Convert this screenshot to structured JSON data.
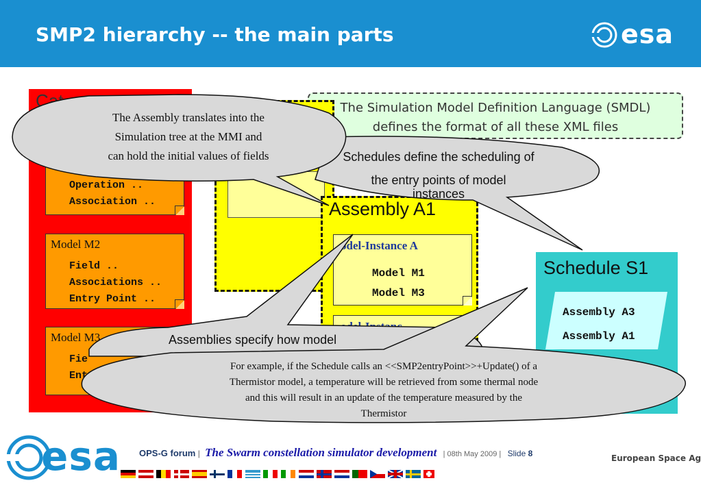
{
  "title": "SMP2 hierarchy  -- the main parts",
  "brand": {
    "logo_text": "esa",
    "footer_logo_text": "esa",
    "agency": "European Space Agency"
  },
  "smdl_box": {
    "lines": [
      "The Simulation Model Definition Language (SMDL)",
      "defines the format of all these XML files"
    ]
  },
  "catalogue": {
    "title": "Cat",
    "partial_lines": [
      "Operation ..",
      "Association .."
    ],
    "models": [
      {
        "name": "Model M2",
        "lines": [
          "Field ..",
          "Associations ..",
          "Entry Point .."
        ]
      },
      {
        "name": "Model M3",
        "lines": [
          "Fie",
          "Ent"
        ]
      }
    ]
  },
  "assembly": {
    "title": "Assembly A1",
    "instances": [
      {
        "name": "odel-Instance A",
        "lines": [
          "Model M1",
          "Model M3"
        ]
      },
      {
        "name": "odel-Instanc",
        "lines": []
      }
    ]
  },
  "schedule": {
    "title": "Schedule S1",
    "items": [
      "Assembly A3",
      "Assembly A1"
    ]
  },
  "bubbles": {
    "assembly_tree": [
      "The Assembly translates into the",
      "Simulation tree at the MMI and",
      "can hold the initial values of fields"
    ],
    "schedules": [
      "Schedules define the scheduling of",
      "the entry points of model",
      "instances"
    ],
    "assemblies_specify": "Assemblies specify how model",
    "example": [
      "For example, if the Schedule calls an <<SMP2entryPoint>>+Update() of a",
      "Thermistor model, a temperature will be retrieved from some thermal node",
      "and this will result in an update of the temperature measured by the",
      "Thermistor"
    ]
  },
  "footer": {
    "forum": "OPS-G forum",
    "sep1": "|",
    "talk": "The Swarm constellation simulator development",
    "date": "| 08th May 2009 |",
    "slide_label": "Slide",
    "slide_number": "8"
  },
  "colors": {
    "header": "#1a8fd0",
    "catalogue": "#ff0000",
    "note": "#ff9a00",
    "yellow": "#ffff00",
    "schedule": "#33cccc",
    "bubble": "#d9d9d9"
  }
}
